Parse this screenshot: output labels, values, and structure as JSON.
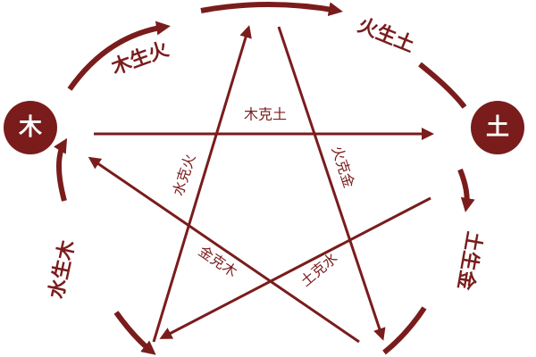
{
  "colors": {
    "primary": "#7a1c1c",
    "element_text": "#ffffff",
    "background": "#ffffff"
  },
  "elements": {
    "wood": "木",
    "earth": "土"
  },
  "generating": {
    "wood_fire": "木生火",
    "fire_earth": "火生土",
    "earth_metal": "土生金",
    "water_wood": "水生木"
  },
  "controlling": {
    "wood_earth": "木克土",
    "fire_metal": "火克金",
    "water_fire": "水克火",
    "metal_wood": "金克木",
    "earth_water": "土克水"
  }
}
